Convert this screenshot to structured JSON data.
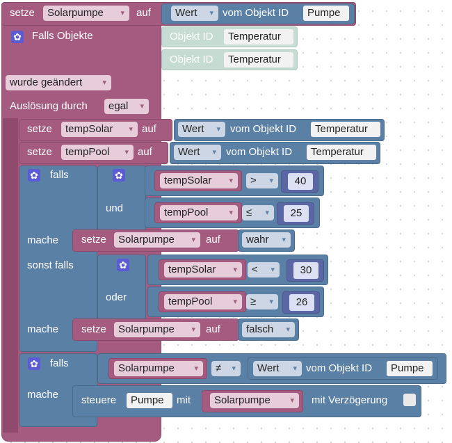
{
  "colors": {
    "variables": "#a55b80",
    "logic": "#5b80a5",
    "math": "#5b67a5",
    "object_id": "#c6dcd3",
    "gear": "#5b5bd6"
  },
  "trigger": {
    "setze_label": "setze",
    "var_name": "Solarpumpe",
    "auf_label": "auf",
    "value_dropdown": "Wert",
    "vom_label": "vom Objekt ID",
    "object_id": "Pumpe",
    "falls_objekte_label": "Falls Objekte",
    "objekt_id_label": "Objekt ID",
    "objekt_ids": [
      "Temperatur",
      "Temperatur"
    ],
    "condition_dropdown": "wurde geändert",
    "ausloesung_label": "Auslösung durch",
    "ausloesung_value": "egal"
  },
  "assignments": [
    {
      "setze": "setze",
      "var": "tempSolar",
      "auf": "auf",
      "wert": "Wert",
      "vom": "vom Objekt ID",
      "object_id": "Temperatur"
    },
    {
      "setze": "setze",
      "var": "tempPool",
      "auf": "auf",
      "wert": "Wert",
      "vom": "vom Objekt ID",
      "object_id": "Temperatur"
    }
  ],
  "if_block": {
    "falls_label": "falls",
    "und_label": "und",
    "cond1": {
      "var": "tempSolar",
      "op": ">",
      "value": "40"
    },
    "cond2": {
      "var": "tempPool",
      "op": "≤",
      "value": "25"
    },
    "mache_label": "mache",
    "action1": {
      "setze": "setze",
      "var": "Solarpumpe",
      "auf": "auf",
      "value": "wahr"
    },
    "sonst_falls_label": "sonst falls",
    "oder_label": "oder",
    "cond3": {
      "var": "tempSolar",
      "op": "<",
      "value": "30"
    },
    "cond4": {
      "var": "tempPool",
      "op": "≥",
      "value": "26"
    },
    "mache2_label": "mache",
    "action2": {
      "setze": "setze",
      "var": "Solarpumpe",
      "auf": "auf",
      "value": "falsch"
    }
  },
  "if_block2": {
    "falls_label": "falls",
    "cond": {
      "var": "Solarpumpe",
      "op": "≠",
      "wert": "Wert",
      "vom": "vom Objekt ID",
      "object_id": "Pumpe"
    },
    "mache_label": "mache",
    "steuere_label": "steuere",
    "steuere_object": "Pumpe",
    "mit_label": "mit",
    "var": "Solarpumpe",
    "delay_label": "mit Verzögerung"
  }
}
